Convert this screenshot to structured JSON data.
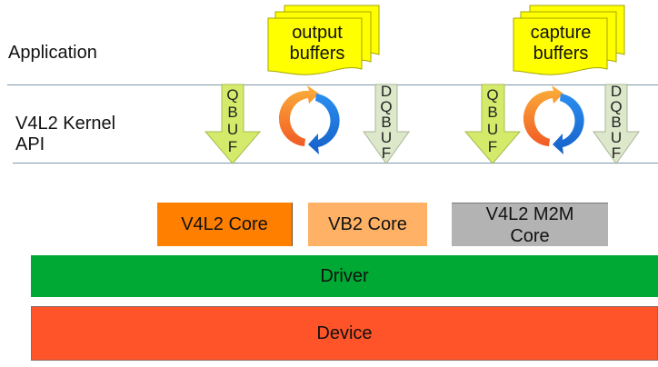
{
  "layers": {
    "application": "Application",
    "kernel_api_line1": "V4L2 Kernel",
    "kernel_api_line2": "API"
  },
  "buffers": {
    "output": {
      "line1": "output",
      "line2": "buffers"
    },
    "capture": {
      "line1": "capture",
      "line2": "buffers"
    }
  },
  "arrows": {
    "qbuf": [
      "Q",
      "B",
      "U",
      "F"
    ],
    "dqbuf": [
      "D",
      "Q",
      "B",
      "U",
      "F"
    ]
  },
  "cores": {
    "v4l2_core": "V4L2 Core",
    "vb2_core": "VB2 Core",
    "m2m_core_line1": "V4L2 M2M",
    "m2m_core_line2": "Core"
  },
  "driver": "Driver",
  "device": "Device",
  "colors": {
    "buffer_fill": "#ffff00",
    "qbuf_arrow": "#d4ea6b",
    "dqbuf_arrow": "#dde8cb",
    "v4l2_core": "#ff7f00",
    "vb2_core": "#ffb266",
    "m2m_core": "#b3b3b3",
    "driver": "#00a933",
    "device": "#ff5429",
    "cycle_orange": "#f7931e",
    "cycle_blue": "#1a73e8"
  }
}
